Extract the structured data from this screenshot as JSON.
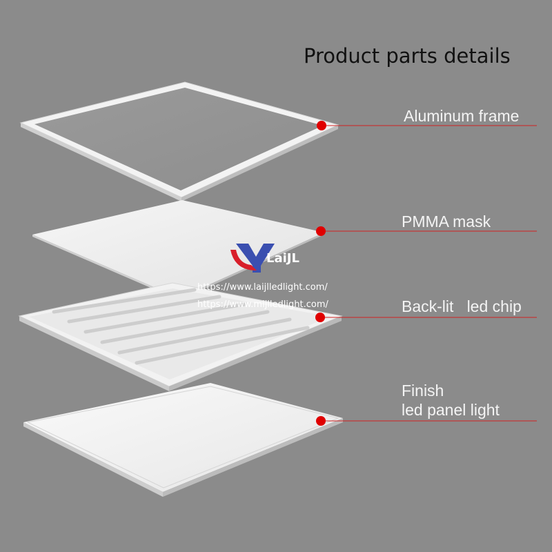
{
  "title": "Product parts details",
  "parts": [
    {
      "id": "aluminum-frame",
      "label": "Aluminum frame"
    },
    {
      "id": "pmma-mask",
      "label": "PMMA mask"
    },
    {
      "id": "backlit-led-chip",
      "label": "Back-lit   led chip"
    },
    {
      "id": "finish",
      "label_line1": "Finish",
      "label_line2": "led panel light"
    }
  ],
  "watermark": {
    "logo_icon": "yl-logo-icon",
    "name": "LaiJL",
    "url1": "https://www.laijlledlight.com/",
    "url2": "https://www.mijlledlight.com/"
  },
  "colors": {
    "background": "#8b8b8b",
    "marker": "#e00000",
    "leader_line": "#d02020",
    "panel": "#f2f2f2"
  }
}
